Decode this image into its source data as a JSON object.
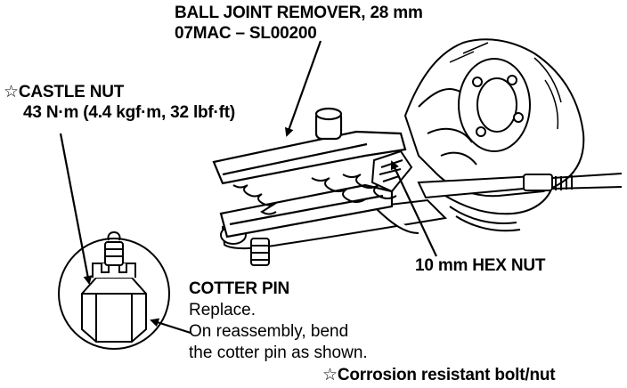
{
  "labels": {
    "remover_title": "BALL JOINT REMOVER, 28 mm",
    "remover_part": "07MAC – SL00200",
    "castle_nut_title": "☆CASTLE NUT",
    "castle_nut_torque": "43 N·m (4.4 kgf·m, 32 lbf·ft)",
    "hex_nut": "10 mm HEX NUT",
    "cotter_pin_title": "COTTER PIN",
    "cotter_replace": "Replace.",
    "cotter_note_1": "On reassembly, bend",
    "cotter_note_2": "the cotter pin as shown.",
    "footnote": "☆Corrosion resistant bolt/nut"
  },
  "colors": {
    "ink": "#000000",
    "paper": "#ffffff"
  }
}
